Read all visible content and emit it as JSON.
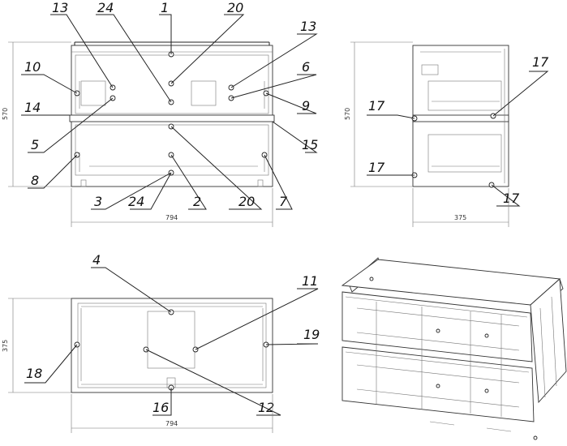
{
  "callouts": {
    "front": [
      "13",
      "24",
      "1",
      "20",
      "13",
      "10",
      "6",
      "14",
      "9",
      "5",
      "15",
      "8",
      "3",
      "24",
      "2",
      "20",
      "7"
    ],
    "side": [
      "17",
      "17",
      "17",
      "17"
    ],
    "top": [
      "4",
      "11",
      "19",
      "18",
      "16",
      "12"
    ]
  },
  "dimensions": {
    "front_height": "570",
    "front_width": "794",
    "side_height": "570",
    "side_depth": "375",
    "top_depth": "375",
    "top_width": "794"
  }
}
